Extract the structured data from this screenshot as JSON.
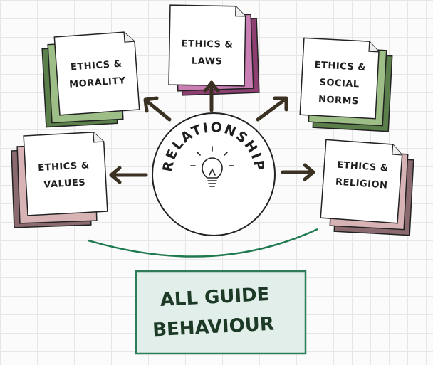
{
  "center": {
    "text": "RELATIONSHIP",
    "icon": "lightbulb-icon"
  },
  "cards": [
    {
      "id": "morality",
      "line1": "ETHICS &",
      "line2": "MORALITY",
      "line3": ""
    },
    {
      "id": "laws",
      "line1": "ETHICS &",
      "line2": "LAWS",
      "line3": ""
    },
    {
      "id": "social-norms",
      "line1": "ETHICS &",
      "line2": "SOCIAL",
      "line3": "NORMS"
    },
    {
      "id": "values",
      "line1": "ETHICS &",
      "line2": "VALUES",
      "line3": ""
    },
    {
      "id": "religion",
      "line1": "ETHICS &",
      "line2": "RELIGION",
      "line3": ""
    }
  ],
  "summary": {
    "line1": "ALL GUIDE",
    "line2": "BEHAVIOUR"
  },
  "colors": {
    "green_dark": "#5b7f4a",
    "green_light": "#9dbf87",
    "purple_dark": "#8d3f72",
    "purple_light": "#c97fb4",
    "rose_dark": "#8a6a6f",
    "rose_light": "#d7b3b5",
    "arrow": "#3b3123",
    "curve": "#1f7a4f",
    "box_fill": "#e2eee9",
    "box_border": "#2e7d5a"
  }
}
